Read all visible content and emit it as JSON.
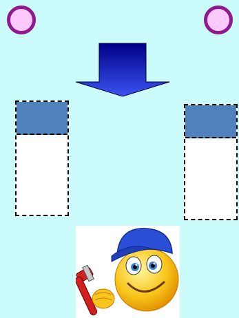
{
  "colors": {
    "background": "#ccfbfb",
    "circle_border": "#8e1a8e",
    "circle_fill": "#fcc9fc",
    "arrow_dark": "#000088",
    "arrow_light": "#3a53f0",
    "liquid": "#4f81bd"
  },
  "icons": {
    "arrow": "down-arrow-icon",
    "mascot": "plumber-smiley-icon",
    "tool": "pipe-wrench-icon"
  },
  "tubes": [
    {
      "name": "left",
      "fill_fraction": 0.28
    },
    {
      "name": "right",
      "fill_fraction": 0.28
    }
  ]
}
